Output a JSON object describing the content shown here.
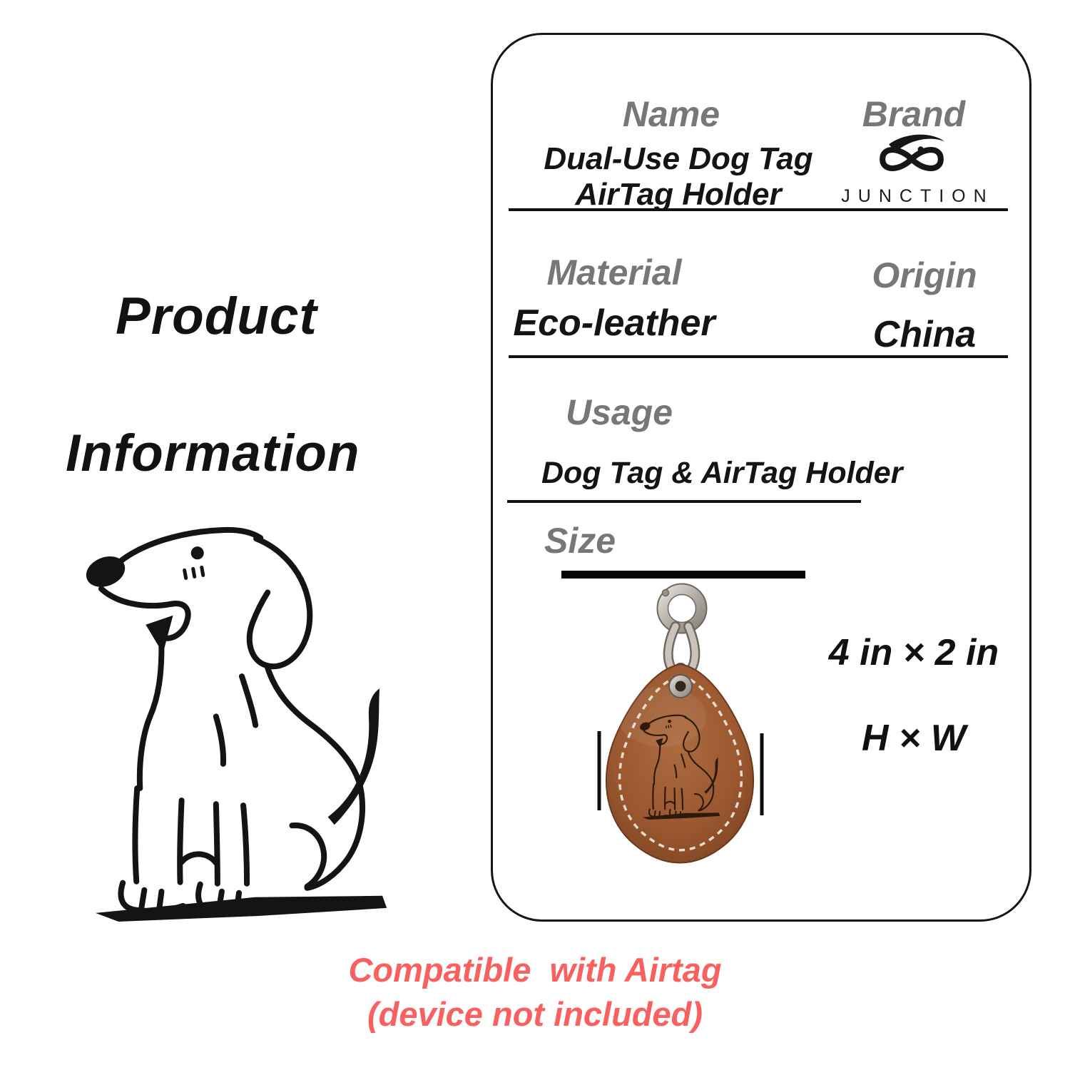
{
  "title": {
    "line1": "Product",
    "line2": "Information"
  },
  "card": {
    "name_label": "Name",
    "name_value_line1": "Dual-Use Dog Tag",
    "name_value_line2": "AirTag Holder",
    "brand_label": "Brand",
    "brand_wordmark": "JUNCTION",
    "material_label": "Material",
    "material_value": "Eco-leather",
    "origin_label": "Origin",
    "origin_value": "China",
    "usage_label": "Usage",
    "usage_value": "Dog Tag & AirTag Holder",
    "size_label": "Size",
    "size_dimensions": "4 in × 2 in",
    "size_legend": "H × W"
  },
  "footer": {
    "line1": "Compatible  with Airtag",
    "line2": "(device not included)"
  },
  "icons": {
    "brand_logo": "infinity-dog-logo",
    "dog_drawing": "dachshund-line-art",
    "clasp": "spring-ring-clasp",
    "tag_engraving": "dachshund-engraving"
  },
  "colors": {
    "accent_red": "#F96161",
    "header_gray": "#777777",
    "text_black": "#141414",
    "leather_brown": "#9A5730"
  }
}
